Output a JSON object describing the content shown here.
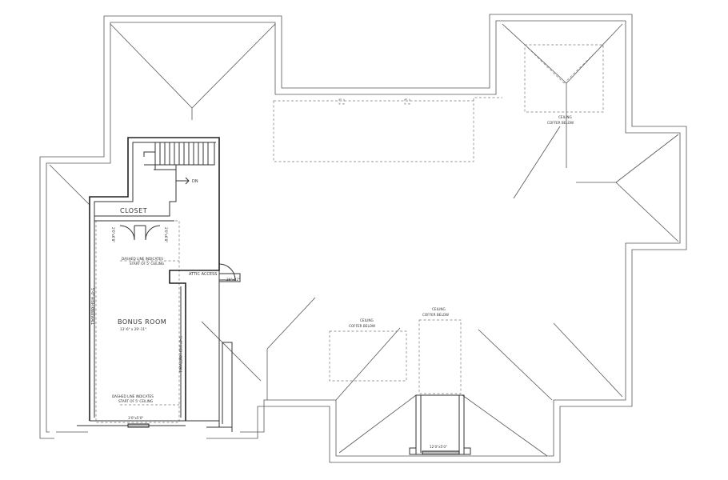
{
  "labels": {
    "closet": "CLOSET",
    "bonus_room": "BONUS ROOM",
    "bonus_room_dims": "13'-6\" x 29'-11\"",
    "attic_access": "ATTIC ACCESS",
    "attic_access_size": "26\"x32\"",
    "stair_dn": "DN",
    "dashed_note_top_1": "DASHED LINE INDICATES",
    "dashed_note_top_2": "START OF 5' CEILING",
    "dashed_note_bottom_1": "DASHED LINE INDICATES",
    "dashed_note_bottom_2": "START OF 5' CEILING",
    "kneewall_left": "5'-0\" HIGH KNEEWALL",
    "kneewall_right": "5'-0\" HIGH KNEEWALL",
    "window_bottom": "3'0\"x5'0\"",
    "window_garage": "12'0\"x5'0\"",
    "closet_door_left": "2'0\"x6'8\"",
    "closet_door_right": "2'0\"x6'8\"",
    "coffer_top_1": "CEILING",
    "coffer_top_2": "COFFER BELOW",
    "coffer_left_1": "CEILING",
    "coffer_left_2": "COFFER BELOW",
    "coffer_mid_1": "CEILING",
    "coffer_mid_2": "COFFER BELOW"
  }
}
